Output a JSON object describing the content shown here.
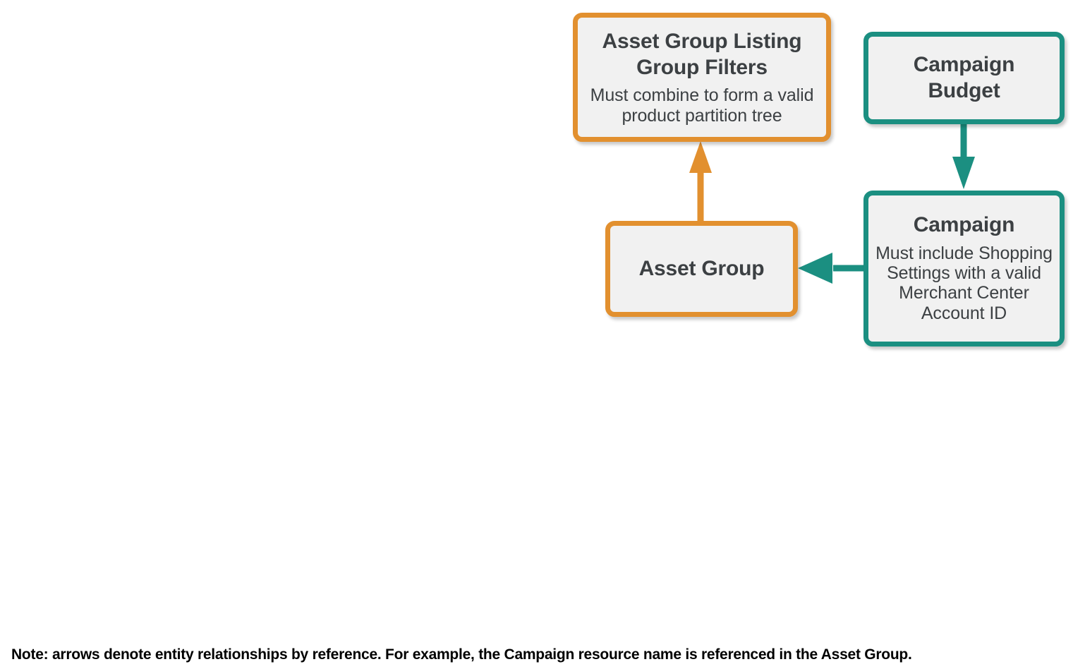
{
  "diagram": {
    "colors": {
      "orange": "#e2902f",
      "teal": "#1b8f81",
      "node_fill": "#f1f1f1",
      "text": "#3c4043",
      "background": "#ffffff"
    },
    "nodes": [
      {
        "id": "asset-group-listing-group-filters",
        "title": "Asset Group Listing Group Filters",
        "subtitle": "Must combine to form a valid product partition tree",
        "color": "orange"
      },
      {
        "id": "campaign-budget",
        "title": "Campaign Budget",
        "subtitle": "",
        "color": "teal"
      },
      {
        "id": "asset-group",
        "title": "Asset Group",
        "subtitle": "",
        "color": "orange"
      },
      {
        "id": "campaign",
        "title": "Campaign",
        "subtitle": "Must include Shopping Settings with a valid Merchant Center Account ID",
        "color": "teal"
      }
    ],
    "edges": [
      {
        "id": "asset-group-to-listing-group-filters",
        "from": "asset-group",
        "to": "asset-group-listing-group-filters",
        "direction": "up",
        "color": "orange"
      },
      {
        "id": "campaign-budget-to-campaign",
        "from": "campaign-budget",
        "to": "campaign",
        "direction": "down",
        "color": "teal"
      },
      {
        "id": "campaign-to-asset-group",
        "from": "campaign",
        "to": "asset-group",
        "direction": "left",
        "color": "teal"
      }
    ],
    "footnote": "Note: arrows denote entity relationships by reference. For example, the Campaign resource name is referenced in the Asset Group."
  }
}
